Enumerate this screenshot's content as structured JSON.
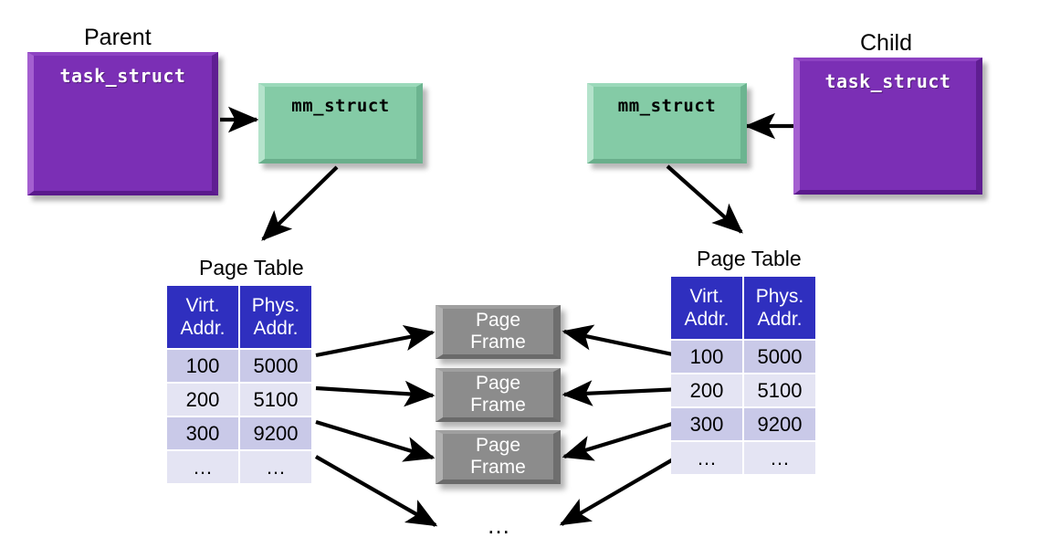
{
  "diagram": {
    "title_parent": "Parent",
    "title_child": "Child",
    "parent_task_struct": "task_struct",
    "child_task_struct": "task_struct",
    "parent_mm_struct": "mm_struct",
    "child_mm_struct": "mm_struct",
    "page_table_caption_left": "Page Table",
    "page_table_caption_right": "Page Table",
    "ellipsis": "…",
    "colors": {
      "task_struct_purple": "#7b2fb5",
      "mm_struct_green": "#84cba6",
      "page_frame_gray": "#8c8c8c",
      "table_header_blue": "#2f2fbf",
      "table_row_dark": "#c9c9e8",
      "table_row_light": "#e4e4f3",
      "arrow_black": "#000000"
    }
  },
  "page_table_left": {
    "headers": [
      "Virt. Addr.",
      "Phys. Addr."
    ],
    "header_lines": [
      [
        "Virt.",
        "Addr."
      ],
      [
        "Phys.",
        "Addr."
      ]
    ],
    "rows": [
      [
        "100",
        "5000"
      ],
      [
        "200",
        "5100"
      ],
      [
        "300",
        "9200"
      ],
      [
        "…",
        "…"
      ]
    ]
  },
  "page_table_right": {
    "headers": [
      "Virt. Addr.",
      "Phys. Addr."
    ],
    "header_lines": [
      [
        "Virt.",
        "Addr."
      ],
      [
        "Phys.",
        "Addr."
      ]
    ],
    "rows": [
      [
        "100",
        "5000"
      ],
      [
        "200",
        "5100"
      ],
      [
        "300",
        "9200"
      ],
      [
        "…",
        "…"
      ]
    ]
  },
  "page_frames": [
    {
      "line1": "Page",
      "line2": "Frame"
    },
    {
      "line1": "Page",
      "line2": "Frame"
    },
    {
      "line1": "Page",
      "line2": "Frame"
    }
  ]
}
